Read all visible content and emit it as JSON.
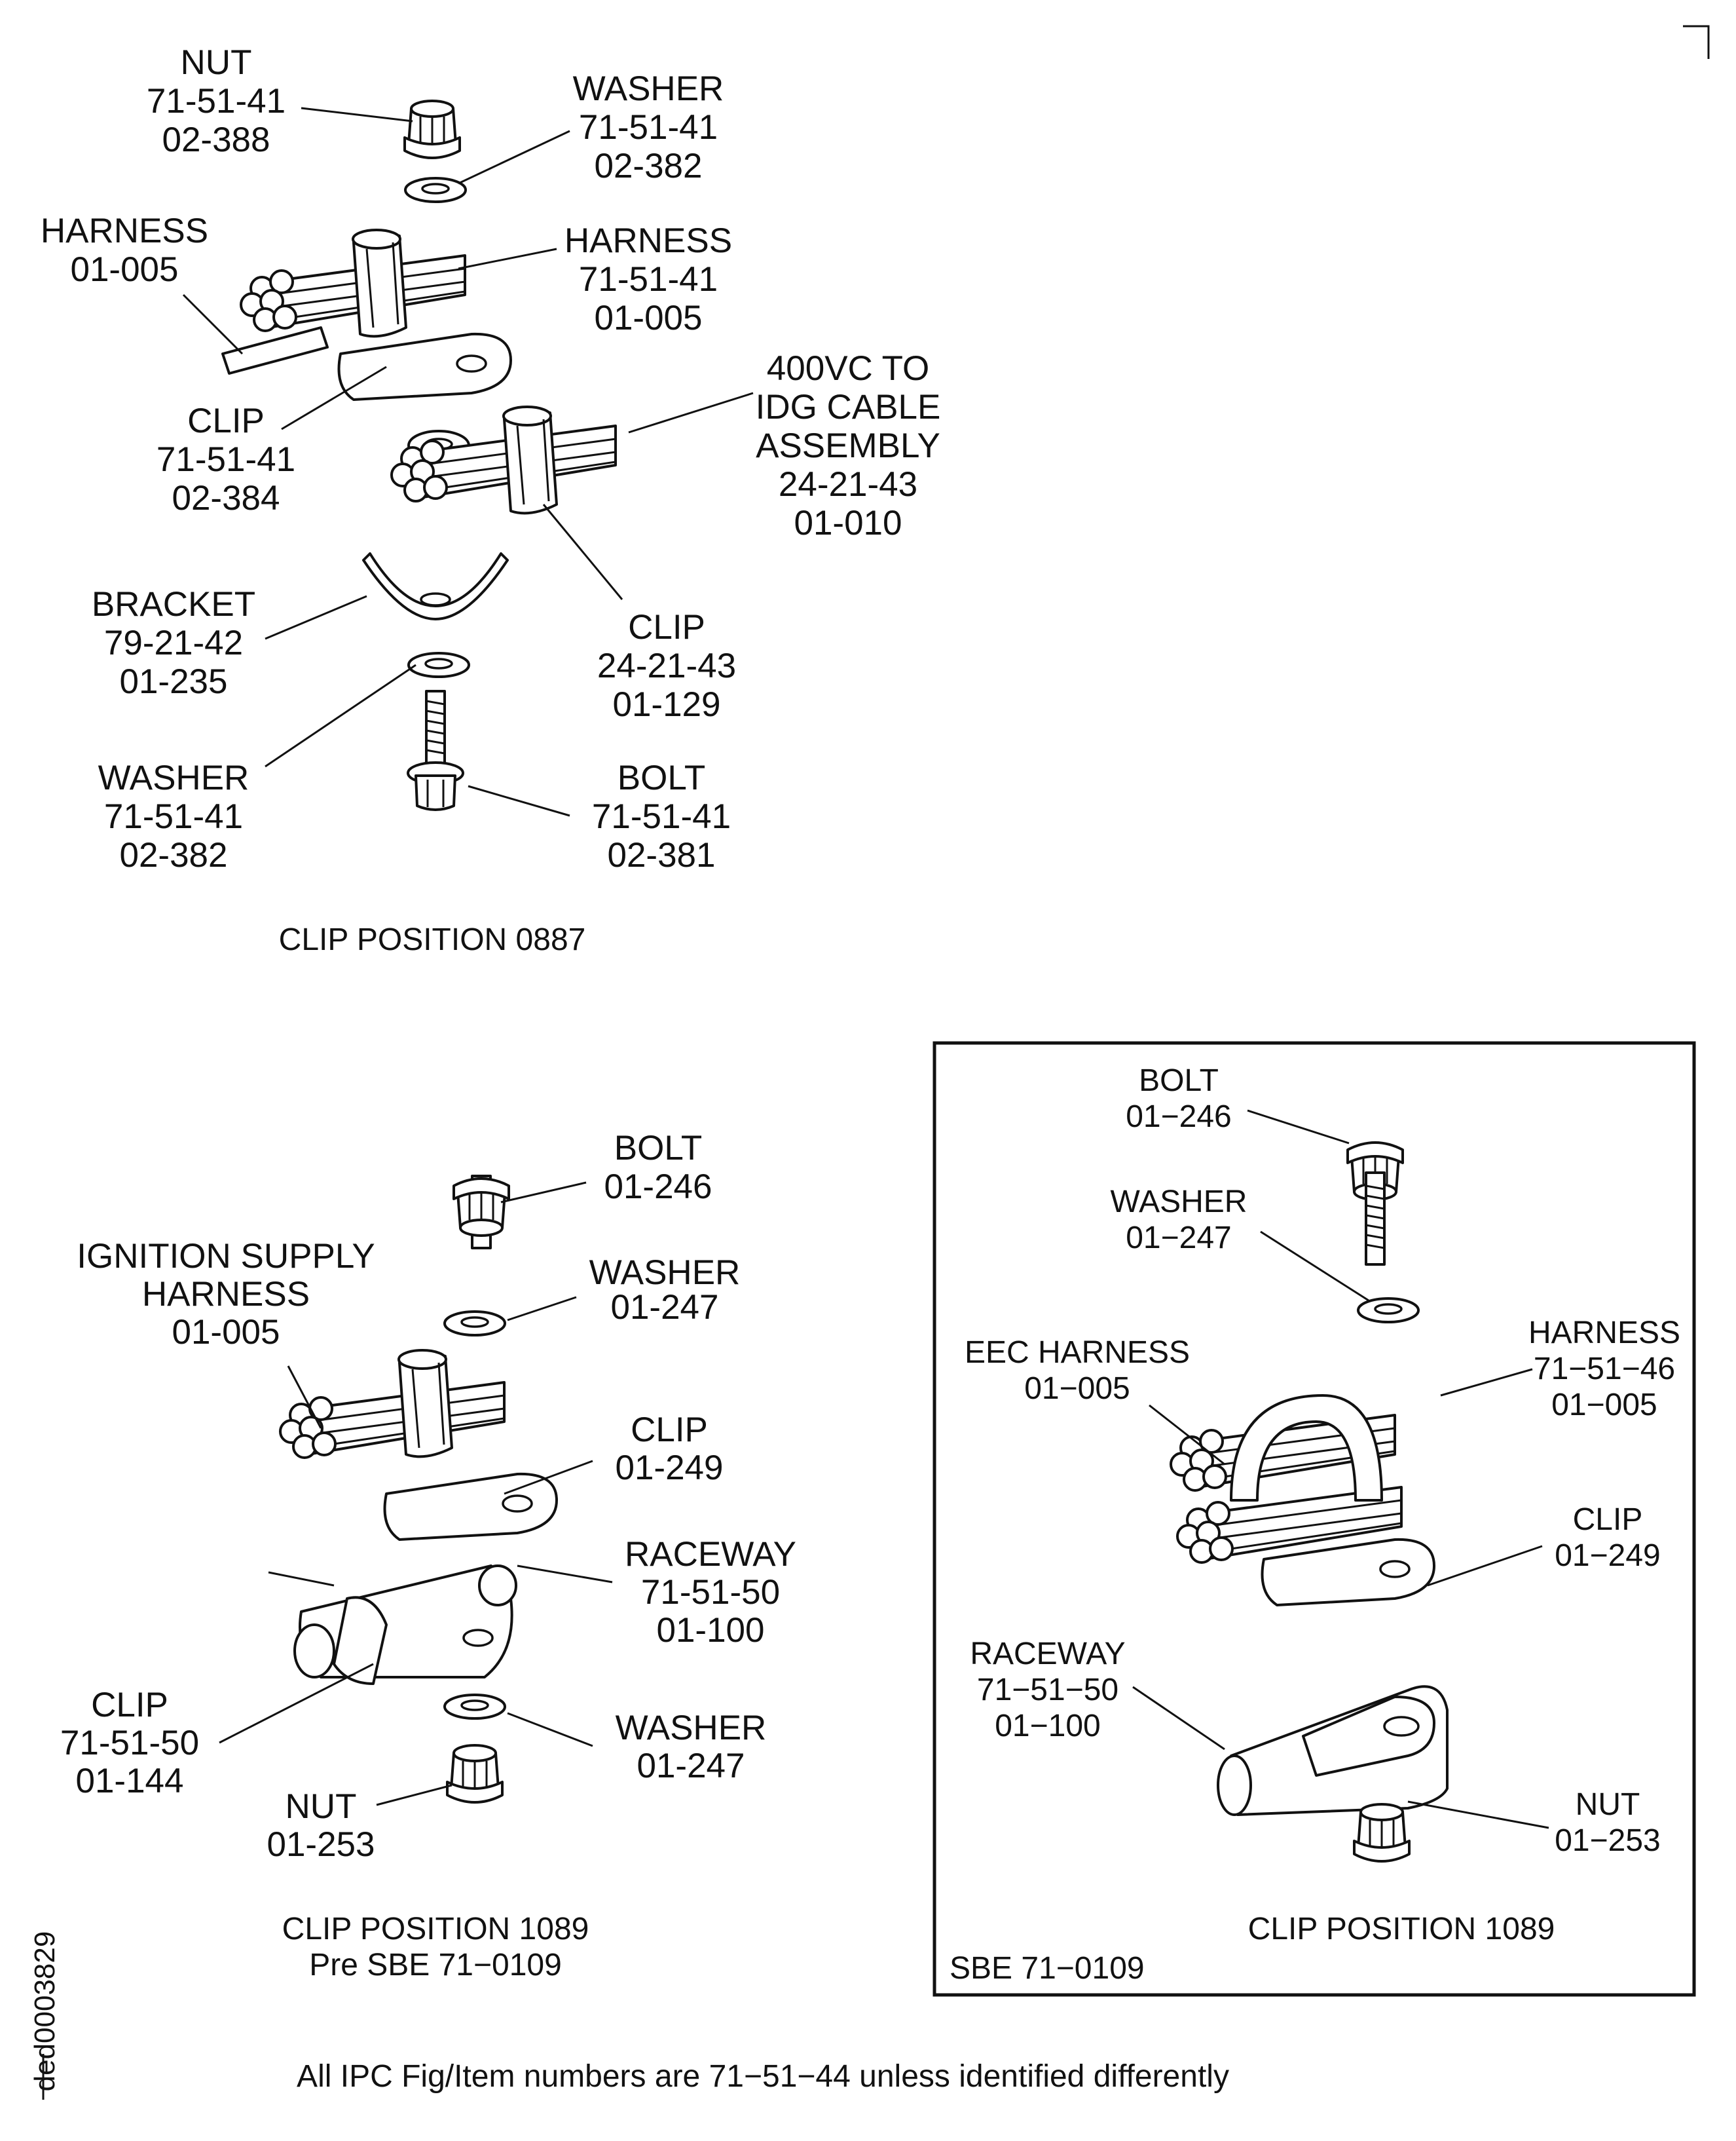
{
  "top_group": {
    "nut": {
      "name": "NUT",
      "ref": "71-51-41",
      "item": "02-388"
    },
    "washer_top": {
      "name": "WASHER",
      "ref": "71-51-41",
      "item": "02-382"
    },
    "harness_left": {
      "name": "HARNESS",
      "item": "01-005"
    },
    "harness_right": {
      "name": "HARNESS",
      "ref": "71-51-41",
      "item": "01-005"
    },
    "cable_assembly": {
      "line1": "400VC TO",
      "line2": "IDG CABLE",
      "line3": "ASSEMBLY",
      "ref": "24-21-43",
      "item": "01-010"
    },
    "clip_left": {
      "name": "CLIP",
      "ref": "71-51-41",
      "item": "02-384"
    },
    "bracket": {
      "name": "BRACKET",
      "ref": "79-21-42",
      "item": "01-235"
    },
    "clip_right": {
      "name": "CLIP",
      "ref": "24-21-43",
      "item": "01-129"
    },
    "washer_bottom": {
      "name": "WASHER",
      "ref": "71-51-41",
      "item": "02-382"
    },
    "bolt": {
      "name": "BOLT",
      "ref": "71-51-41",
      "item": "02-381"
    },
    "caption": "CLIP POSITION 0887"
  },
  "middle_group": {
    "bolt": {
      "name": "BOLT",
      "item": "01-246"
    },
    "washer_1": {
      "name": "WASHER",
      "item": "01-247"
    },
    "ignition": {
      "line1": "IGNITION SUPPLY",
      "line2": "HARNESS",
      "item": "01-005"
    },
    "clip_1": {
      "name": "CLIP",
      "item": "01-249"
    },
    "raceway": {
      "name": "RACEWAY",
      "ref": "71-51-50",
      "item": "01-100"
    },
    "clip_2": {
      "name": "CLIP",
      "ref": "71-51-50",
      "item": "01-144"
    },
    "washer_2": {
      "name": "WASHER",
      "item": "01-247"
    },
    "nut": {
      "name": "NUT",
      "item": "01-253"
    },
    "caption_line1": "CLIP POSITION 1089",
    "caption_line2": "Pre SBE 71−0109"
  },
  "boxed_group": {
    "bolt": {
      "name": "BOLT",
      "item": "01−246"
    },
    "washer": {
      "name": "WASHER",
      "item": "01−247"
    },
    "eec_harness": {
      "name": "EEC HARNESS",
      "item": "01−005"
    },
    "harness": {
      "name": "HARNESS",
      "ref": "71−51−46",
      "item": "01−005"
    },
    "clip": {
      "name": "CLIP",
      "item": "01−249"
    },
    "raceway": {
      "name": "RACEWAY",
      "ref": "71−51−50",
      "item": "01−100"
    },
    "nut": {
      "name": "NUT",
      "item": "01−253"
    },
    "caption": "CLIP POSITION 1089",
    "sbe_tag": "SBE 71−0109"
  },
  "side_id": "ded0003829",
  "footer_note": "All IPC Fig/Item numbers are 71−51−44 unless identified differently"
}
